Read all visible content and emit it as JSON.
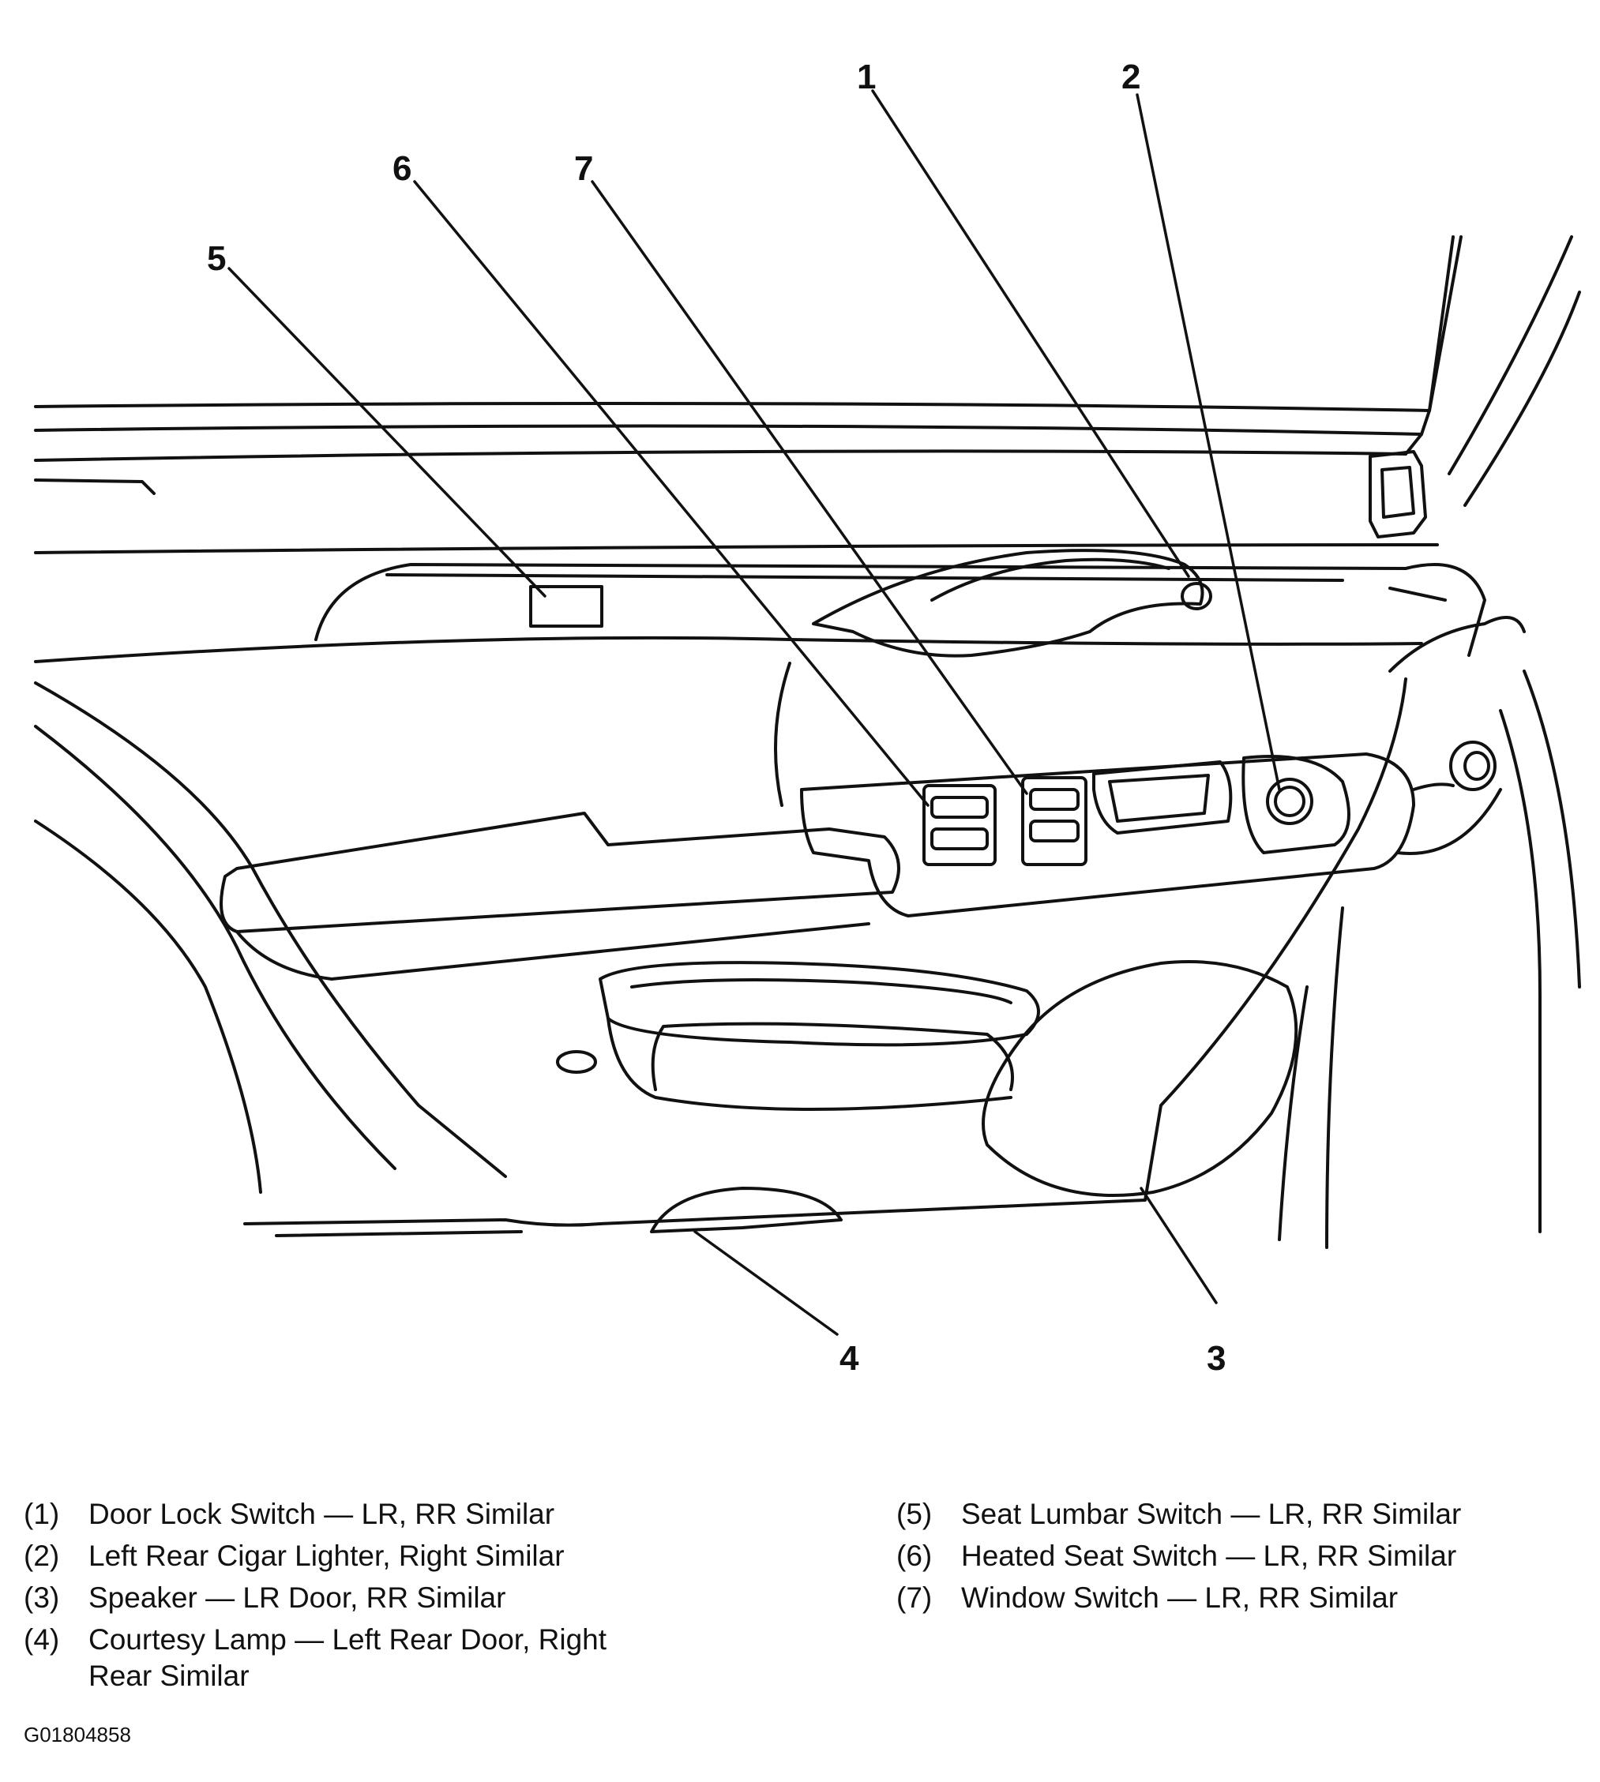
{
  "callouts": [
    "1",
    "2",
    "3",
    "4",
    "5",
    "6",
    "7"
  ],
  "legend": {
    "left": [
      {
        "num": "(1)",
        "text": "Door Lock Switch — LR, RR Similar"
      },
      {
        "num": "(2)",
        "text": "Left Rear Cigar Lighter, Right Similar"
      },
      {
        "num": "(3)",
        "text": "Speaker — LR Door, RR Similar"
      },
      {
        "num": "(4)",
        "text": "Courtesy Lamp — Left Rear Door, Right Rear Similar"
      }
    ],
    "right": [
      {
        "num": "(5)",
        "text": "Seat Lumbar Switch — LR, RR Similar"
      },
      {
        "num": "(6)",
        "text": "Heated Seat Switch — LR, RR Similar"
      },
      {
        "num": "(7)",
        "text": "Window Switch — LR, RR Similar"
      }
    ]
  },
  "figure_id": "G01804858",
  "colors": {
    "ink": "#111111",
    "background": "#ffffff"
  }
}
